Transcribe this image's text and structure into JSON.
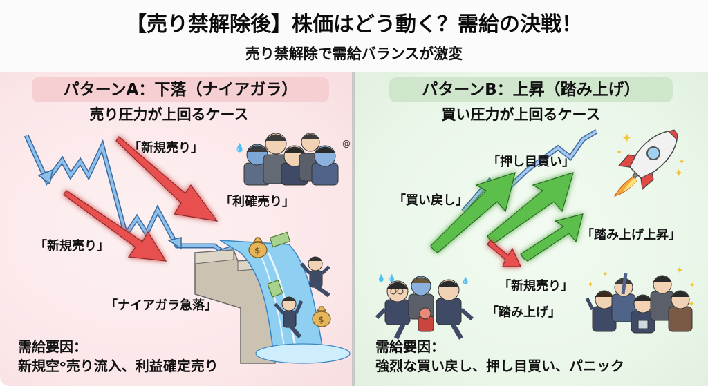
{
  "header": {
    "title": "【売り禁解除後】株価はどう動く？需給の決戦！",
    "subtitle": "売り禁解除で需給バランスが激変"
  },
  "pattern_a": {
    "label": "パターンA：下落（ナイアガラ）",
    "case": "売り圧力が上回るケース",
    "tags": {
      "new_short_top": "「新規売り」",
      "profit_taking": "「利確売り」",
      "new_short_left": "「新規売り」",
      "niagara_crash": "「ナイアガラ急落」"
    },
    "factor_title": "需給要因：",
    "factor_text": "新規空ᵒ売り流入、利益確定売り",
    "colors": {
      "background": "#fbe6e8",
      "label_bg": "#f6cfd3",
      "arrow": "#e8504f",
      "line": "#6ea6dc"
    },
    "illustrations": [
      "worried-businessmen-icon",
      "waterfall-icon",
      "money-bag-icon",
      "banknote-icon",
      "falling-businessman-icon"
    ]
  },
  "pattern_b": {
    "label": "パターンB：上昇（踏み上げ）",
    "case": "買い圧力が上回るケース",
    "tags": {
      "dip_buying": "「押し目買い」",
      "short_covering": "「買い戻し」",
      "squeeze_rise": "「踏み上げ上昇」",
      "new_short": "「新規売り」",
      "squeeze": "「踏み上げ」"
    },
    "factor_title": "需給要因：",
    "factor_text": "強烈な買い戻し、押し目買い、パニック",
    "colors": {
      "background": "#e9f6e8",
      "label_bg": "#cfe6cd",
      "arrow": "#5cbf4c",
      "line": "#7aa8dc"
    },
    "illustrations": [
      "rocket-icon",
      "sparkle-icon",
      "panicking-businessmen-icon",
      "celebrating-businessmen-icon"
    ]
  }
}
